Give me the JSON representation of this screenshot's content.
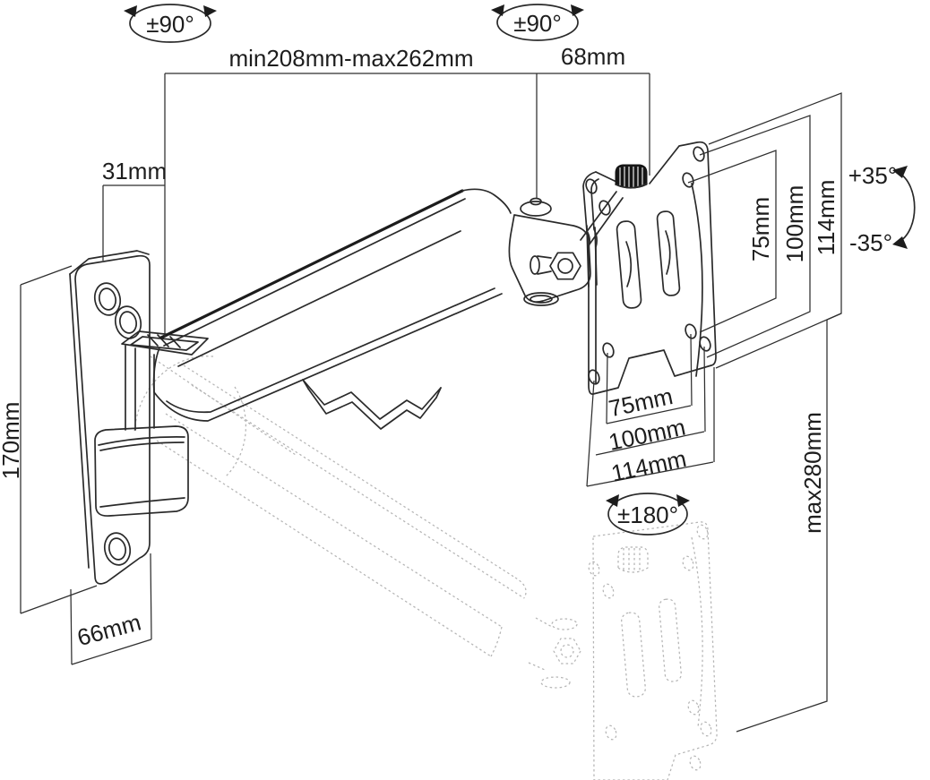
{
  "diagram": {
    "type": "technical-drawing",
    "subject": "Gas-spring monitor wall-mount arm with VESA plate, dimensioned line drawing with lowered ghost position",
    "background_color": "#ffffff",
    "line_color": "#2a2a2a",
    "ghost_line_color": "#b5b5b5",
    "labels": {
      "swivel_wall": "±90°",
      "swivel_head": "±90°",
      "extension_range": "min208mm-max262mm",
      "head_offset": "68mm",
      "plate_top_offset": "31mm",
      "wall_plate_height": "170mm",
      "wall_plate_width": "66mm",
      "tilt_up": "+35°",
      "tilt_down": "-35°",
      "vesa_vertical_75": "75mm",
      "vesa_vertical_100": "100mm",
      "vesa_vertical_114": "114mm",
      "vesa_horizontal_75": "75mm",
      "vesa_horizontal_100": "100mm",
      "vesa_horizontal_114": "114mm",
      "rotation_range": "±180°",
      "height_adjustment": "max280mm"
    }
  }
}
